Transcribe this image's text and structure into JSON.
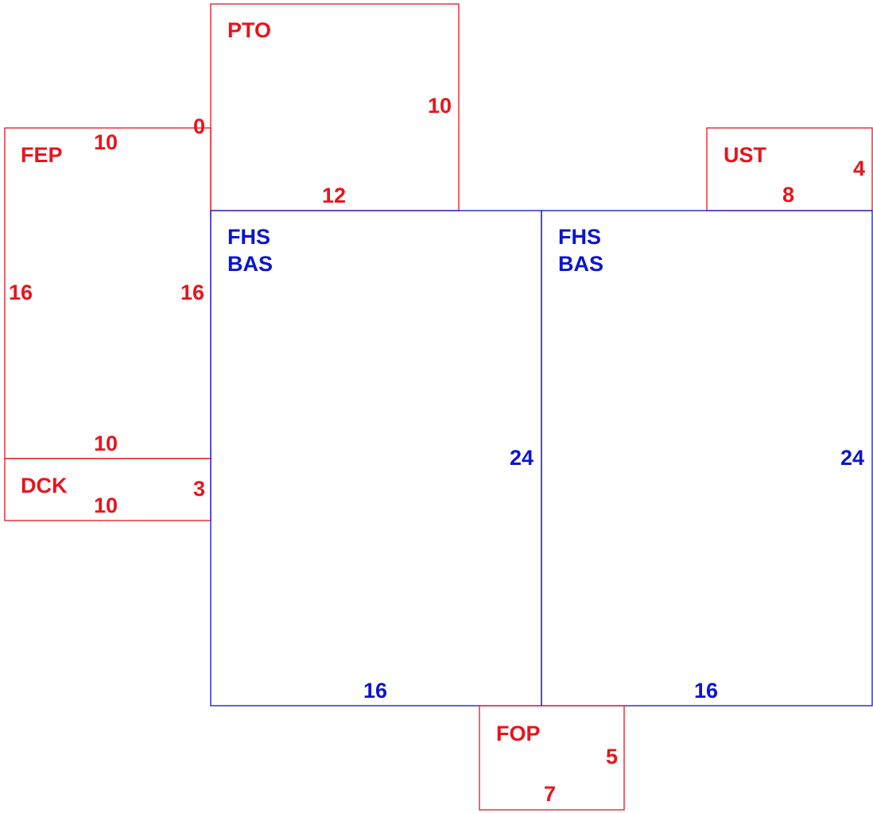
{
  "colors": {
    "secondary_area": "#e8141c",
    "living_area": "#0a14d2",
    "background": "#ffffff"
  },
  "areas": {
    "pto": {
      "code": "PTO",
      "dims": [
        "10",
        "12",
        "0"
      ]
    },
    "fep": {
      "code": "FEP",
      "dims": [
        "10",
        "16",
        "16",
        "10"
      ]
    },
    "ust": {
      "code": "UST",
      "dims": [
        "4",
        "8"
      ]
    },
    "dck": {
      "code": "DCK",
      "dims": [
        "3",
        "10"
      ]
    },
    "fhs_left": {
      "code": "FHS",
      "code2": "BAS",
      "dims": [
        "24",
        "16"
      ]
    },
    "fhs_right": {
      "code": "FHS",
      "code2": "BAS",
      "dims": [
        "24",
        "16"
      ]
    },
    "fop": {
      "code": "FOP",
      "dims": [
        "5",
        "7"
      ]
    }
  }
}
